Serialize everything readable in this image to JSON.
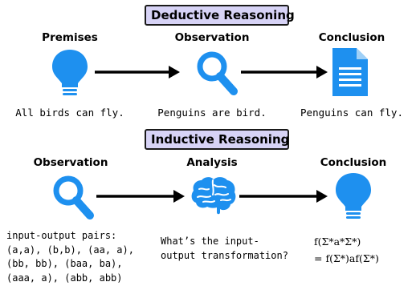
{
  "deductive": {
    "title": "Deductive Reasoning",
    "premises_heading": "Premises",
    "observation_heading": "Observation",
    "conclusion_heading": "Conclusion",
    "premise_text": "All birds can fly.",
    "observation_text": "Penguins are bird.",
    "conclusion_text": "Penguins can fly."
  },
  "inductive": {
    "title": "Inductive Reasoning",
    "observation_heading": "Observation",
    "analysis_heading": "Analysis",
    "conclusion_heading": "Conclusion",
    "observation_lines": "input-output pairs:\n(a,a), (b,b), (aa, a),\n(bb, bb), (baa, ba),\n(aaa, a), (abb, abb)",
    "analysis_lines": "What’s the input-\noutput transformation?",
    "formula_line1": "f(Σ*a*Σ*)",
    "formula_line2": "= f(Σ*)af(Σ*)"
  },
  "colors": {
    "banner_fill": "#d7d3f6",
    "icon_blue": "#1e90ef",
    "text": "#000000"
  },
  "icons": [
    "lightbulb-icon",
    "magnifier-icon",
    "document-icon",
    "brain-icon",
    "arrow-icon"
  ]
}
